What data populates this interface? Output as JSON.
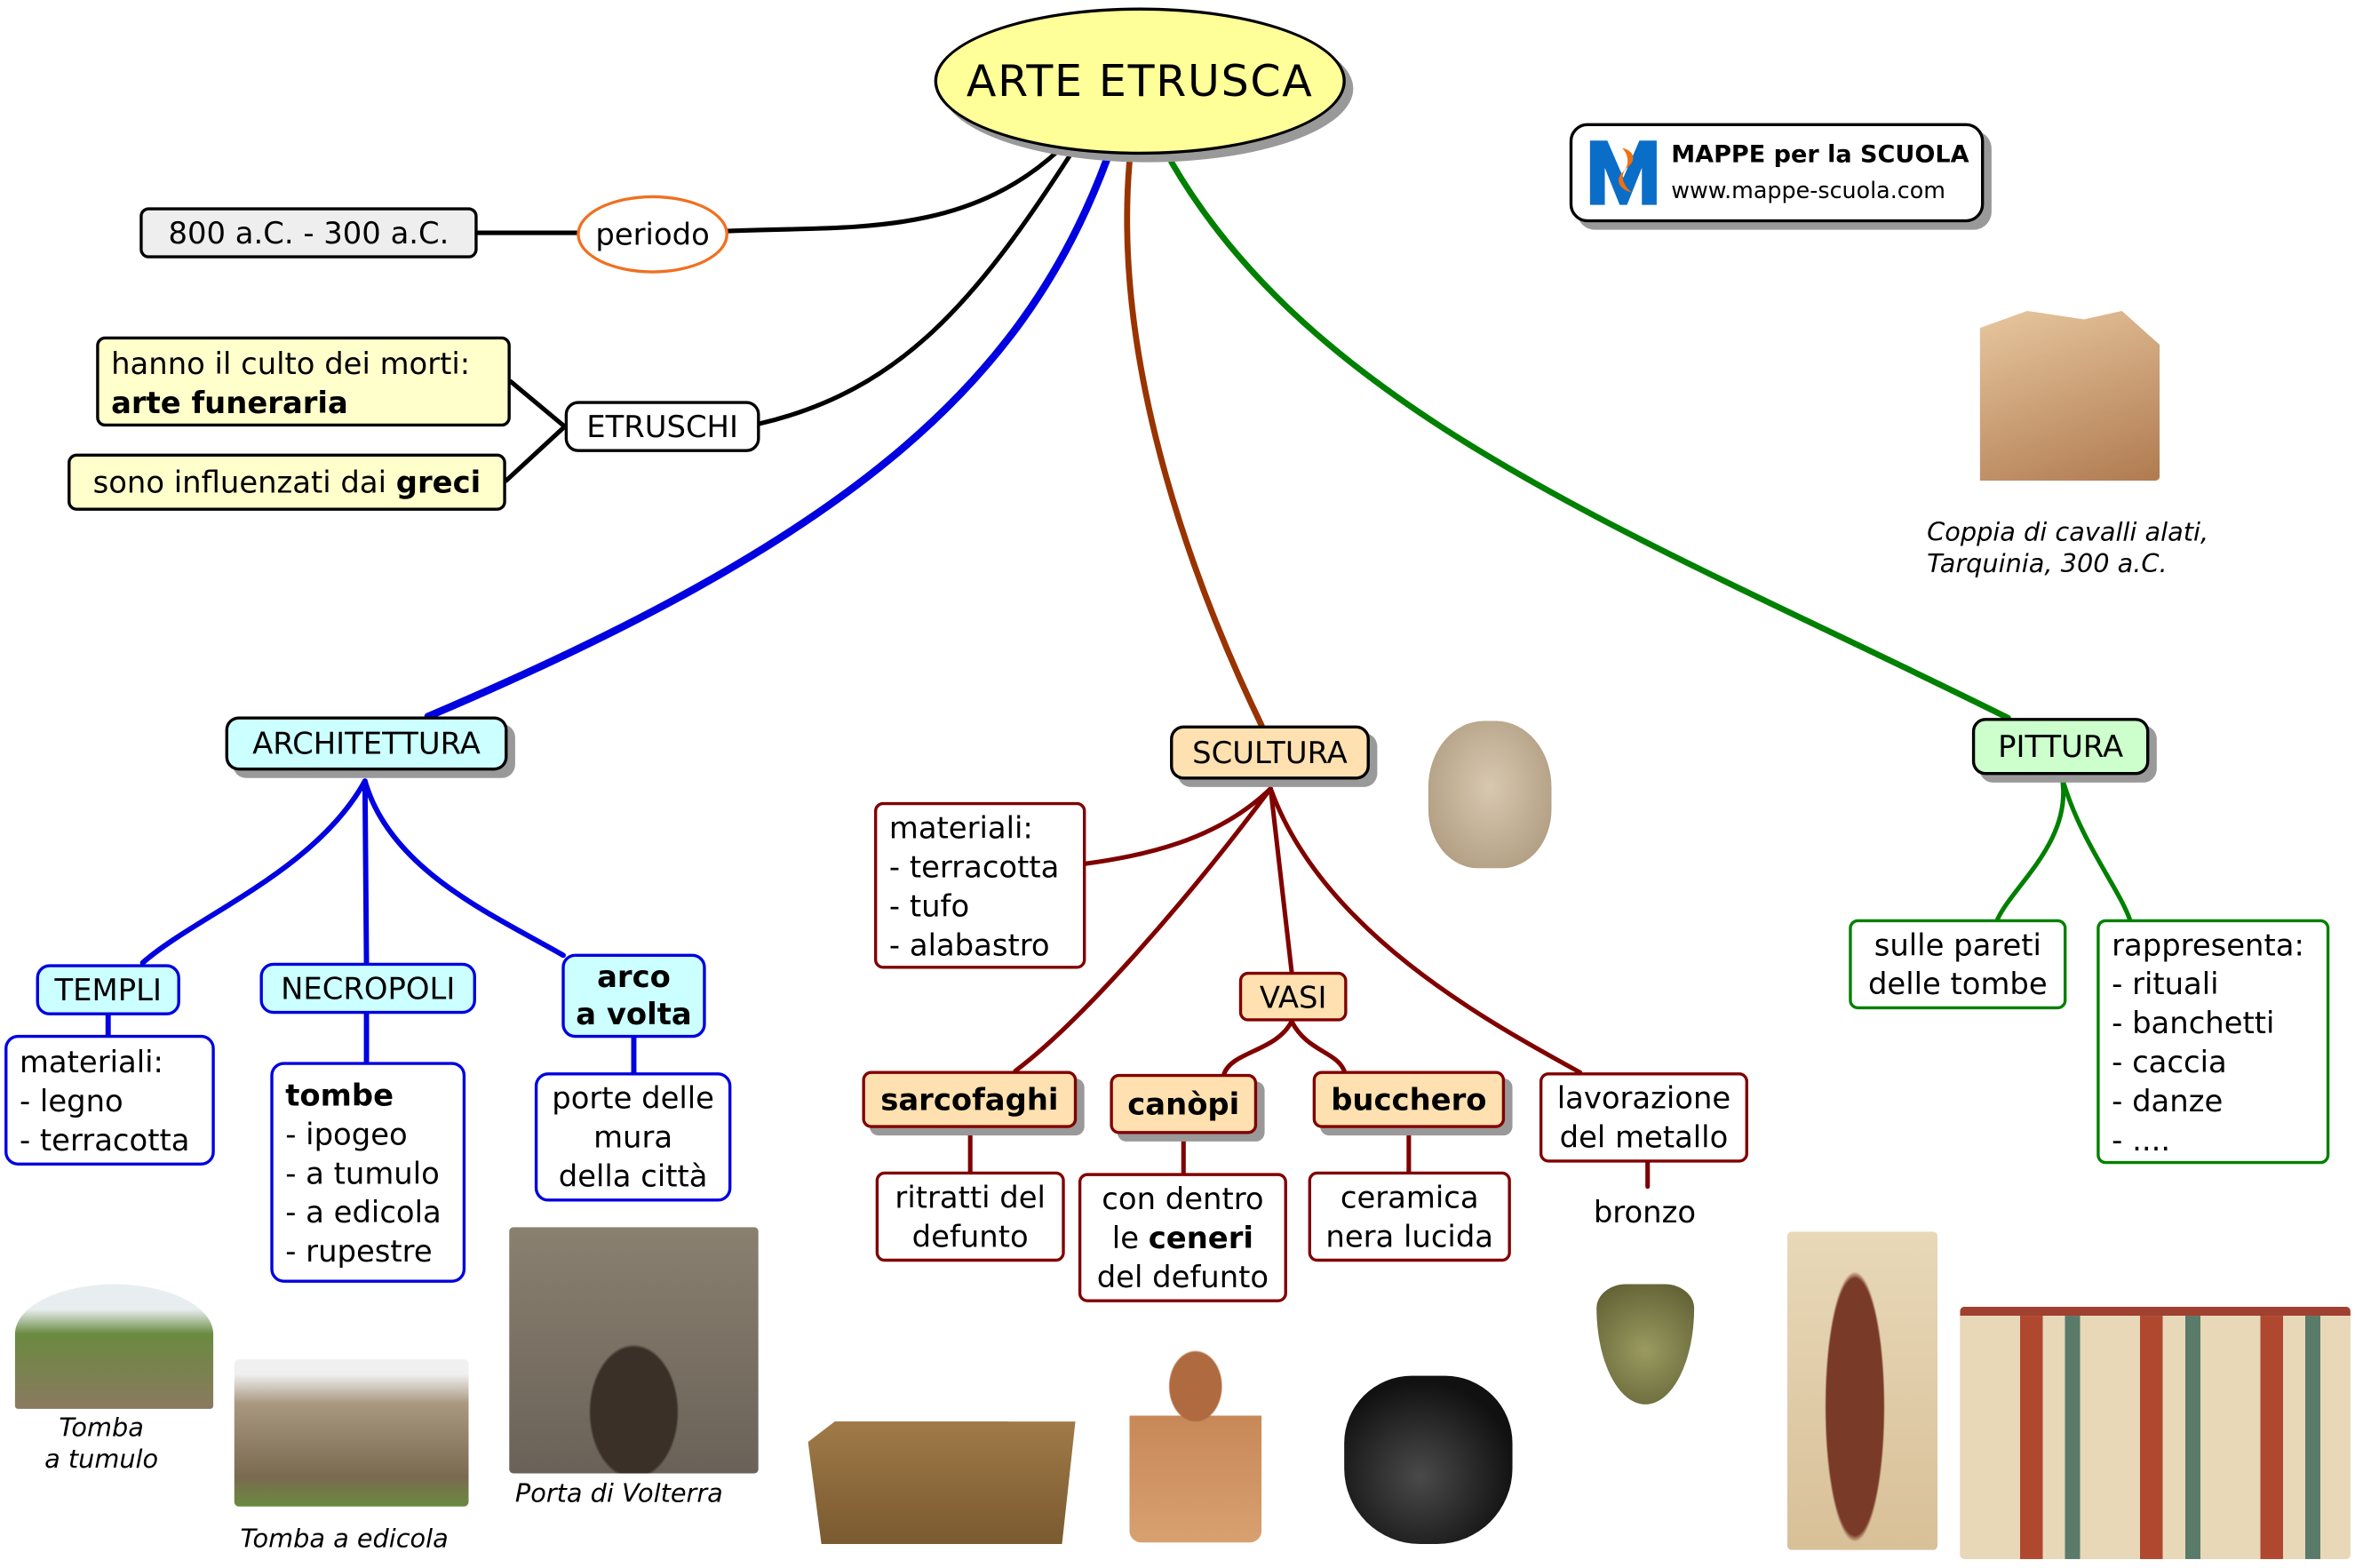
{
  "root": {
    "title": "ARTE ETRUSCA"
  },
  "logo": {
    "title": "MAPPE per la SCUOLA",
    "url": "www.mappe-scuola.com"
  },
  "periodo": {
    "label": "periodo",
    "value": "800 a.C. - 300 a.C."
  },
  "etruschi": {
    "label": "ETRUSCHI",
    "culto_line1": "hanno il culto dei morti:",
    "culto_line2": "arte funeraria",
    "influenza_text": "sono influenzati dai ",
    "influenza_bold": "greci"
  },
  "architettura": {
    "label": "ARCHITETTURA",
    "templi": {
      "label": "TEMPLI",
      "lines": [
        "materiali:",
        "- legno",
        "- terracotta"
      ]
    },
    "necropoli": {
      "label": "NECROPOLI",
      "title": "tombe",
      "lines": [
        "- ipogeo",
        "- a tumulo",
        "- a edicola",
        "- rupestre"
      ]
    },
    "arco": {
      "label_line1": "arco",
      "label_line2": "a volta",
      "lines": [
        "porte delle",
        "mura",
        "della città"
      ]
    },
    "captions": {
      "tumulo_1": "Tomba",
      "tumulo_2": "a tumulo",
      "edicola": "Tomba a edicola",
      "volterra": "Porta di Volterra"
    }
  },
  "scultura": {
    "label": "SCULTURA",
    "materiali": [
      "materiali:",
      "- terracotta",
      "- tufo",
      "- alabastro"
    ],
    "vasi": "VASI",
    "sarcofaghi": {
      "label": "sarcofaghi",
      "lines": [
        "ritratti del",
        "defunto"
      ]
    },
    "canopi": {
      "label": "canòpi",
      "line1": "con dentro",
      "line2_pre": "le ",
      "line2_bold": "ceneri",
      "line3": "del defunto"
    },
    "bucchero": {
      "label": "bucchero",
      "lines": [
        "ceramica",
        "nera lucida"
      ]
    },
    "metallo": {
      "lines": [
        "lavorazione",
        "del metallo"
      ],
      "child": "bronzo"
    }
  },
  "pittura": {
    "label": "PITTURA",
    "pareti": [
      "sulle pareti",
      "delle tombe"
    ],
    "rappresenta": [
      "rappresenta:",
      "- rituali",
      "- banchetti",
      "- caccia",
      "- danze",
      "- ...."
    ]
  },
  "horse_caption": {
    "line1": "Coppia di cavalli alati,",
    "line2": "Tarquinia, 300 a.C."
  },
  "colors": {
    "black": "#000000",
    "blue": "#0000e0",
    "brown": "#993300",
    "darkred": "#800000",
    "green": "#008000",
    "root": "#ffff99"
  }
}
